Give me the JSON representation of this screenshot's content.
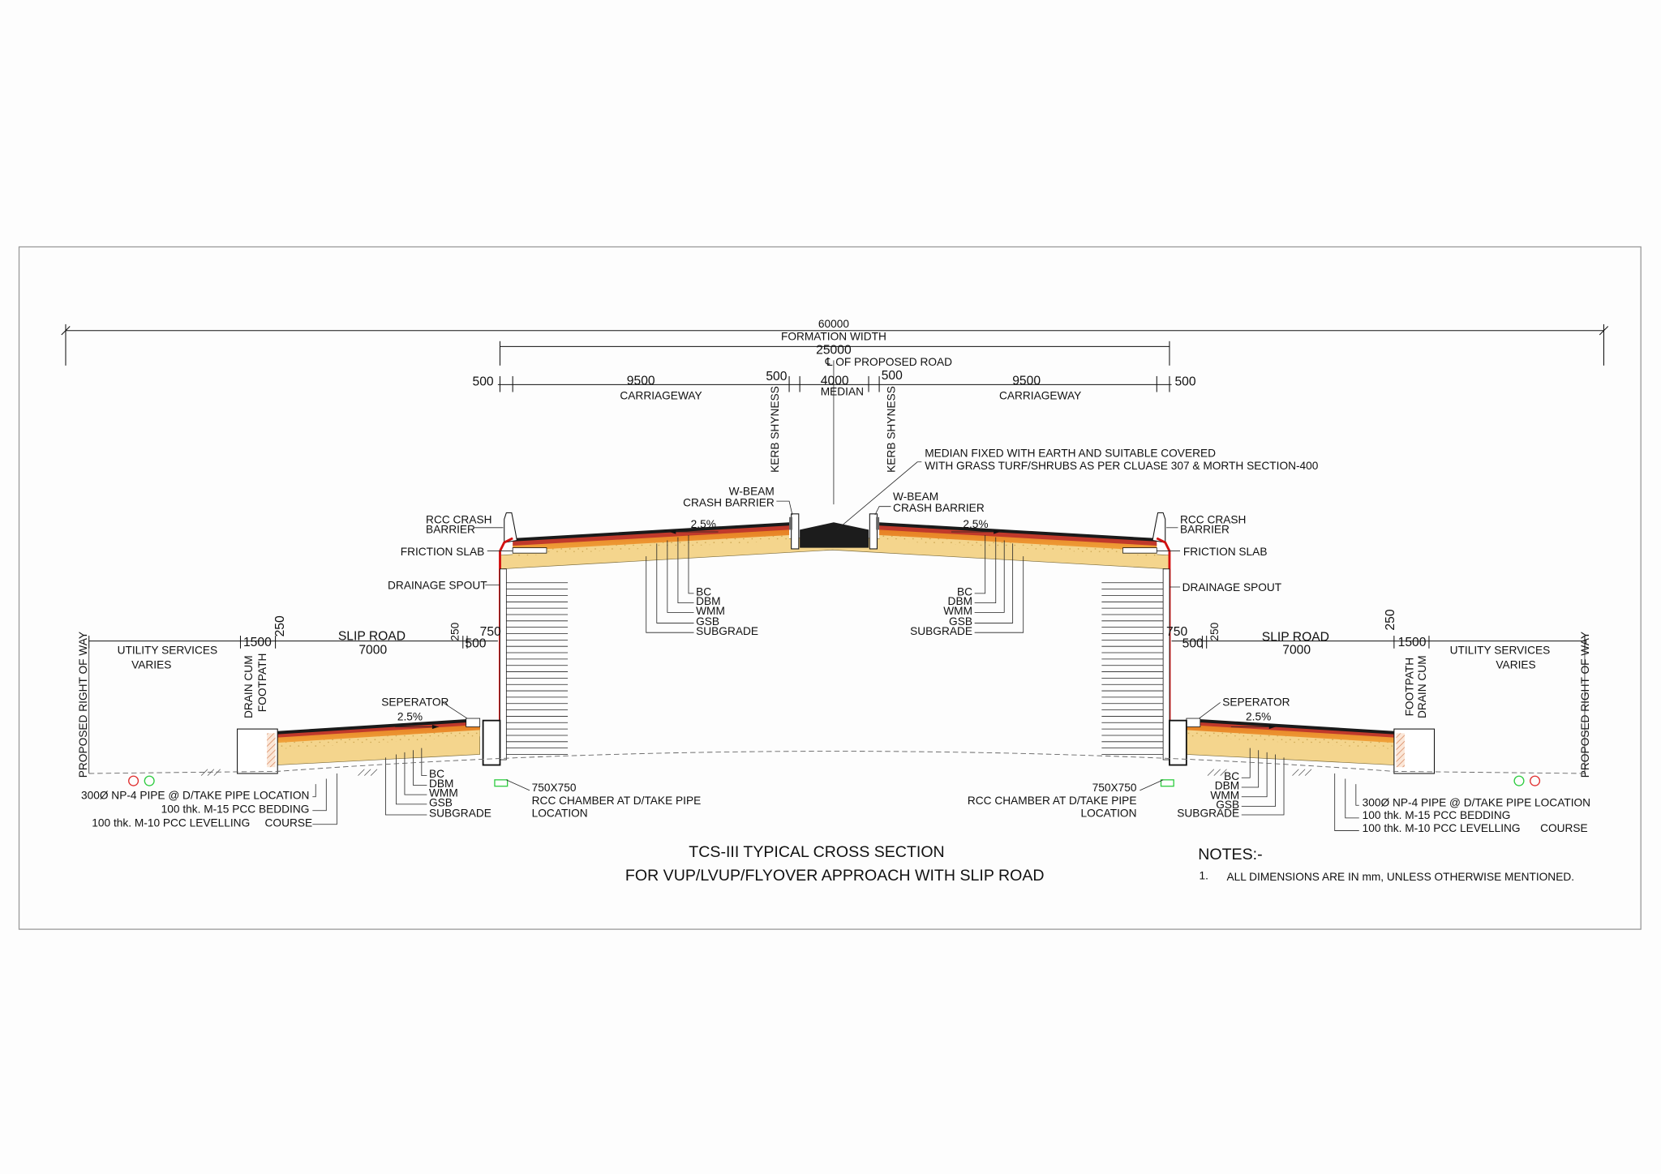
{
  "drawing": {
    "title_line1": "TCS-III TYPICAL CROSS SECTION",
    "title_line2": "FOR VUP/LVUP/FLYOVER APPROACH WITH SLIP ROAD",
    "notes_heading": "NOTES:-",
    "note_number": "1.",
    "note_text": "ALL DIMENSIONS ARE IN mm, UNLESS OTHERWISE MENTIONED."
  },
  "dimensions": {
    "formation_value": "60000",
    "formation_label": "FORMATION WIDTH",
    "main_value": "25000",
    "centerline_label": "℄ OF PROPOSED ROAD",
    "edge_500": "500",
    "carriageway_value": "9500",
    "carriageway_label": "CARRIAGEWAY",
    "shyness_500": "500",
    "median_value": "4000",
    "median_label": "MEDIAN",
    "kerb_shyness": "KERB SHYNESS",
    "slip_road_label": "SLIP ROAD",
    "slip_road_value": "7000",
    "footpath_1500": "1500",
    "d250": "250",
    "d750": "750",
    "d500": "500",
    "utility_label": "UTILITY SERVICES",
    "utility_value": "VARIES",
    "camber": "2.5%"
  },
  "labels": {
    "median_note_1": "MEDIAN FIXED WITH EARTH AND SUITABLE COVERED",
    "median_note_2": "WITH GRASS TURF/SHRUBS AS PER CLUASE 307 & MORTH SECTION-400",
    "wbeam_1": "W-BEAM",
    "wbeam_2": "CRASH BARRIER",
    "rcc_crash_1": "RCC CRASH",
    "rcc_crash_2": "BARRIER",
    "friction_slab": "FRICTION SLAB",
    "drainage_spout": "DRAINAGE SPOUT",
    "separator": "SEPERATOR",
    "drain_cum": "DRAIN CUM",
    "footpath": "FOOTPATH",
    "row": "PROPOSED RIGHT OF WAY",
    "layers": [
      "BC",
      "DBM",
      "WMM",
      "GSB",
      "SUBGRADE"
    ],
    "chamber_size": "750X750",
    "chamber_1": "RCC CHAMBER AT D/TAKE PIPE",
    "chamber_2": "LOCATION",
    "pipe": "300Ø NP-4 PIPE @ D/TAKE PIPE LOCATION",
    "bedding": "100 thk. M-15 PCC BEDDING",
    "levelling": "100 thk. M-10 PCC LEVELLING",
    "course": "COURSE"
  },
  "colors": {
    "barrier_red": "#d21010",
    "pavement_bc": "#1a1a1a",
    "pavement_dbm": "#c0392b",
    "pavement_wmm": "#e67e22",
    "pavement_gsb": "#f4d58d",
    "pavement_subgrade": "#e8d7a6",
    "pipe_red": "#e03030",
    "pipe_green": "#2ecc40",
    "border": "#9a9a9a"
  }
}
